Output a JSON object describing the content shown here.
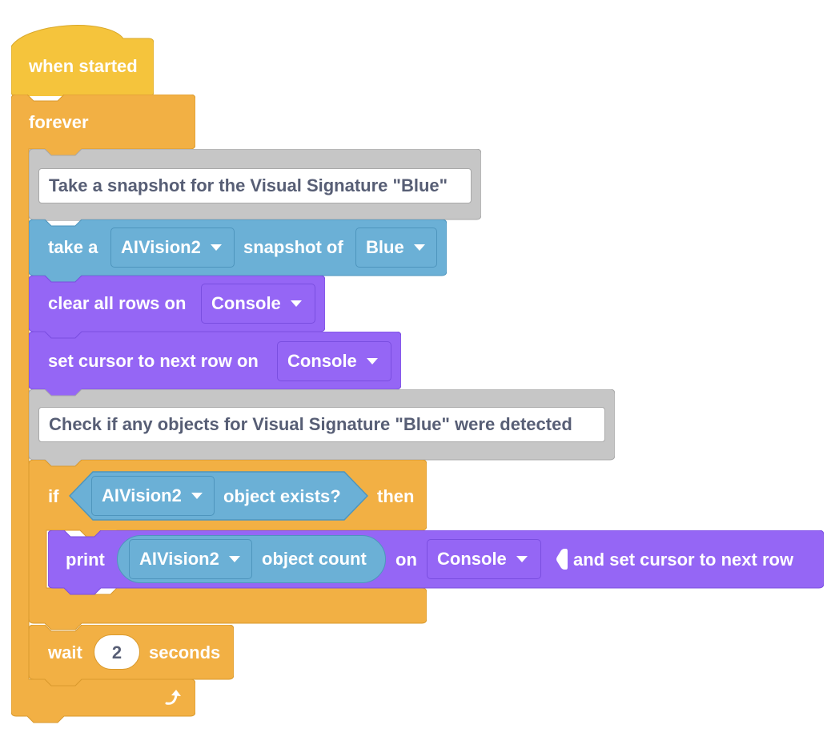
{
  "colors": {
    "events": "#f5c43c",
    "control": "#f2b044",
    "control_dark": "#d99a2e",
    "comment": "#c6c6c6",
    "vision": "#6bb0d6",
    "vision_dark": "#4e95bd",
    "console": "#9566f5",
    "console_dark": "#7a4ee0"
  },
  "hat": {
    "label": "when started"
  },
  "forever": {
    "label": "forever",
    "arrow_icon": "loop-arrow-icon"
  },
  "comment1": {
    "text": "Take a snapshot for the Visual Signature \"Blue\""
  },
  "snapshot": {
    "label_take": "take a",
    "sensor": "AIVision2",
    "label_of": "snapshot of",
    "signature": "Blue"
  },
  "clear_rows": {
    "label": "clear all rows on",
    "target": "Console"
  },
  "set_cursor": {
    "label": "set cursor to next row on",
    "target": "Console"
  },
  "comment2": {
    "text": "Check if any objects for Visual Signature \"Blue\" were detected"
  },
  "if_block": {
    "label_if": "if",
    "sensor": "AIVision2",
    "label_exists": "object exists?",
    "label_then": "then"
  },
  "print_block": {
    "label_print": "print",
    "sensor": "AIVision2",
    "label_count": "object count",
    "label_on": "on",
    "target": "Console",
    "label_suffix": "and set cursor to next row"
  },
  "wait_block": {
    "label_wait": "wait",
    "value": "2",
    "label_seconds": "seconds"
  }
}
